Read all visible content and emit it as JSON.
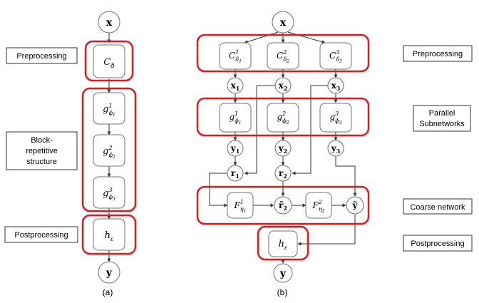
{
  "diagram_a": {
    "input": "x",
    "preprocess": {
      "base": "C",
      "sub": "δ"
    },
    "blocks": [
      {
        "base": "g",
        "sup": "1",
        "sub": "ϕ",
        "subsub": "1"
      },
      {
        "base": "g",
        "sup": "2",
        "sub": "ϕ",
        "subsub": "2"
      },
      {
        "base": "g",
        "sup": "3",
        "sub": "ϕ",
        "subsub": "3"
      }
    ],
    "postprocess": {
      "base": "h",
      "sub": "ε"
    },
    "output": "y",
    "labels": {
      "preprocessing": "Preprocessing",
      "block_line1": "Block-",
      "block_line2": "repetitive",
      "block_line3": "structure",
      "postprocessing": "Postprocessing"
    },
    "caption": "(a)"
  },
  "diagram_b": {
    "input": "x",
    "preprocess": [
      {
        "base": "C",
        "sup": "1",
        "sub": "δ",
        "subsub": "1"
      },
      {
        "base": "C",
        "sup": "2",
        "sub": "δ",
        "subsub": "2"
      },
      {
        "base": "C",
        "sup": "3",
        "sub": "δ",
        "subsub": "3"
      }
    ],
    "inputs": [
      {
        "base": "x",
        "sub": "1"
      },
      {
        "base": "x",
        "sub": "2"
      },
      {
        "base": "x",
        "sub": "3"
      }
    ],
    "subnets": [
      {
        "base": "g",
        "sup": "1",
        "sub": "ϕ",
        "subsub": "1"
      },
      {
        "base": "g",
        "sup": "2",
        "sub": "ϕ",
        "subsub": "2"
      },
      {
        "base": "g",
        "sup": "3",
        "sub": "ϕ",
        "subsub": "3"
      }
    ],
    "outputs": [
      {
        "base": "y",
        "sub": "1"
      },
      {
        "base": "y",
        "sub": "2"
      },
      {
        "base": "y",
        "sub": "3"
      }
    ],
    "residuals": [
      {
        "base": "r",
        "sub": "1"
      },
      {
        "base": "r",
        "sub": "2"
      }
    ],
    "coarse": {
      "f1": {
        "base": "F",
        "sup": "1",
        "sub": "η",
        "subsub": "1"
      },
      "r2_tilde": {
        "base": "r̃",
        "sub": "2"
      },
      "f2": {
        "base": "F",
        "sup": "2",
        "sub": "η",
        "subsub": "2"
      },
      "y_tilde": "ỹ"
    },
    "postprocess": {
      "base": "h",
      "sub": "ε"
    },
    "output": "y",
    "labels": {
      "preprocessing": "Preprocessing",
      "parallel_line1": "Parallel",
      "parallel_line2": "Subnetworks",
      "coarse": "Coarse network",
      "postprocessing": "Postprocessing"
    },
    "caption": "(b)"
  },
  "colors": {
    "highlight": "#e0191e",
    "node_stroke": "#707070",
    "arrow": "#333333",
    "label_box": "#333333"
  }
}
